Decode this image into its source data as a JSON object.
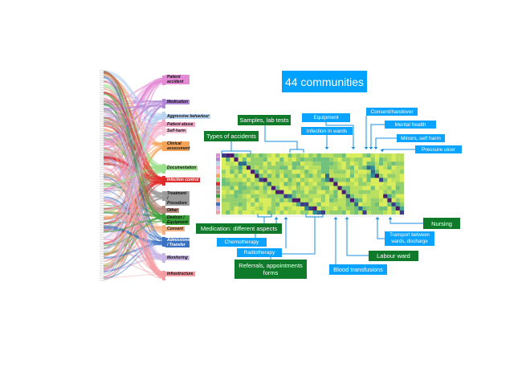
{
  "title": "44 communities",
  "colors": {
    "blue_label": "#0aa3ff",
    "green_label": "#0f7a2a",
    "title_bg": "#00a2ff"
  },
  "categories": [
    {
      "text": "Patient accident",
      "color": "#e38ad5"
    },
    {
      "text": "Medication",
      "color": "#b187d6"
    },
    {
      "text": "Aggressive behaviour",
      "color": "#b8d4f0"
    },
    {
      "text": "Patient abuse",
      "color": "#f3a8c8"
    },
    {
      "text": "Self-harm",
      "color": "#f6c8dc"
    },
    {
      "text": "Clinical assessment",
      "color": "#f6a45a"
    },
    {
      "text": "Documentation",
      "color": "#99e08a"
    },
    {
      "text": "Infection control",
      "color": "#e12a2a"
    },
    {
      "text": "Treatment / Procedure",
      "color": "#9b9b9b"
    },
    {
      "text": "Other",
      "color": "#b88a7d"
    },
    {
      "text": "Devices / Equipment",
      "color": "#3aa13a"
    },
    {
      "text": "Consent",
      "color": "#f4b183"
    },
    {
      "text": "Admissions / Transfer",
      "color": "#3b73c4"
    },
    {
      "text": "Monitoring",
      "color": "#c9b6e6"
    },
    {
      "text": "Infrastructure",
      "color": "#f49aa0"
    }
  ],
  "labels": {
    "consent_handover": "Consent/handover",
    "equipment": "Equipment",
    "samples_lab_tests": "Samples, lab tests",
    "mental_health": "Mental health",
    "infection_in_wards": "Infection in wards",
    "minors_self_harm": "Minors, self harm",
    "types_of_accidents": "Types of accidents",
    "pressure_ulcer": "Pressure ulcer",
    "nursing": "Nursing",
    "medication_aspects": "Medication: different aspects",
    "chemotherapy": "Chemotherapy",
    "transport": "Transport between wards, discharge",
    "radiotherapy": "Radiotherapy",
    "labour_ward": "Labour ward",
    "referrals": "Referrals, appointments forms",
    "blood_transfusions": "Blood transfusions"
  }
}
